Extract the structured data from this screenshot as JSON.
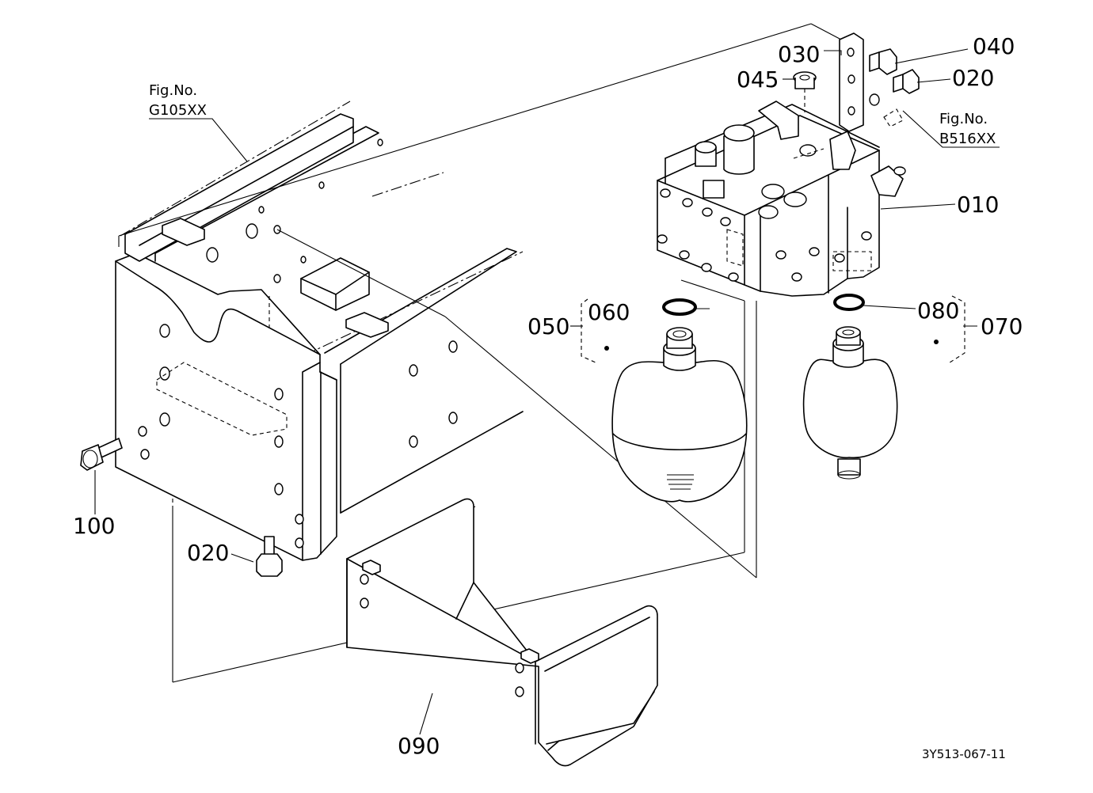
{
  "diagram": {
    "callouts": {
      "p010": "010",
      "p020_top": "020",
      "p020_bottom": "020",
      "p030": "030",
      "p040": "040",
      "p045": "045",
      "p050": "050",
      "p060": "060",
      "p070": "070",
      "p080": "080",
      "p090": "090",
      "p100": "100"
    },
    "figure_refs": {
      "left": {
        "line1": "Fig.No.",
        "line2": "G105XX"
      },
      "right": {
        "line1": "Fig.No.",
        "line2": "B516XX"
      }
    },
    "document_id": "3Y513-067-11"
  }
}
